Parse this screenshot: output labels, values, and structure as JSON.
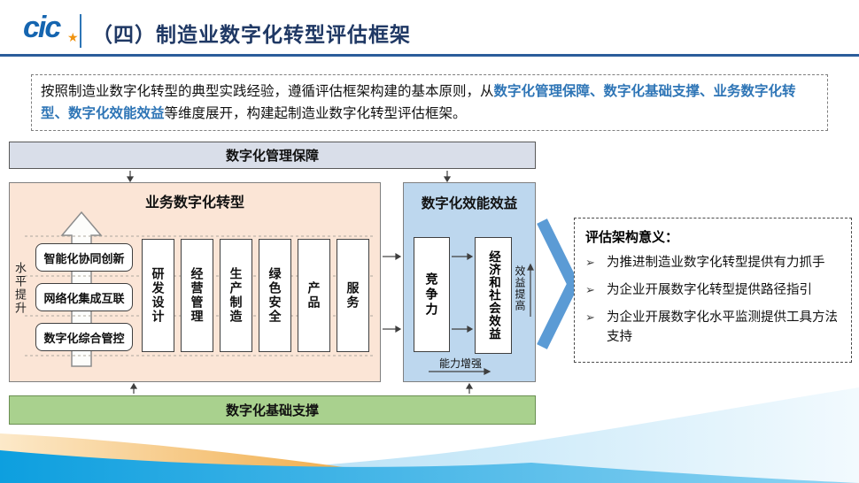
{
  "header": {
    "logo_text": "cic",
    "logo_star": "★",
    "title": "（四）制造业数字化转型评估框架"
  },
  "intro": {
    "seg1": "按照制造业数字化转型的典型实践经验，遵循评估框架构建的基本原则，从",
    "seg2_highlight": "数字化管理保障、数字化基础支撑、业务数字化转型、数字化效能效益",
    "seg3": "等维度展开，构建起制造业数字化转型评估框架。"
  },
  "diagram": {
    "management_bar": "数字化管理保障",
    "foundation_bar": "数字化基础支撑",
    "business": {
      "title": "业务数字化转型",
      "level_axis": "水平提升",
      "levels": [
        "智能化协同创新",
        "网络化集成互联",
        "数字化综合管控"
      ],
      "domains": [
        "研发设计",
        "经营管理",
        "生产制造",
        "绿色安全",
        "产品",
        "服务"
      ]
    },
    "benefit": {
      "title": "数字化效能效益",
      "competitiveness": "竞争力",
      "economic_social": "经济和社会效益",
      "benefit_up_label": "效益提高",
      "capability_up_label": "能力增强"
    },
    "meaning": {
      "title": "评估架构意义：",
      "bullet_glyph": "➢",
      "bullets": [
        "为推进制造业数字化转型提供有力抓手",
        "为企业开展数字化转型提供路径指引",
        "为企业开展数字化水平监测提供工具方法支持"
      ]
    }
  },
  "colors": {
    "accent_blue": "#2e75b6",
    "title_navy": "#1f3864",
    "management_bar_bg": "#d9dee9",
    "business_bg": "#fbe5d6",
    "benefit_bg": "#bdd7ee",
    "foundation_bg": "#a9d18e",
    "chevron_blue": "#5b9bd5"
  }
}
